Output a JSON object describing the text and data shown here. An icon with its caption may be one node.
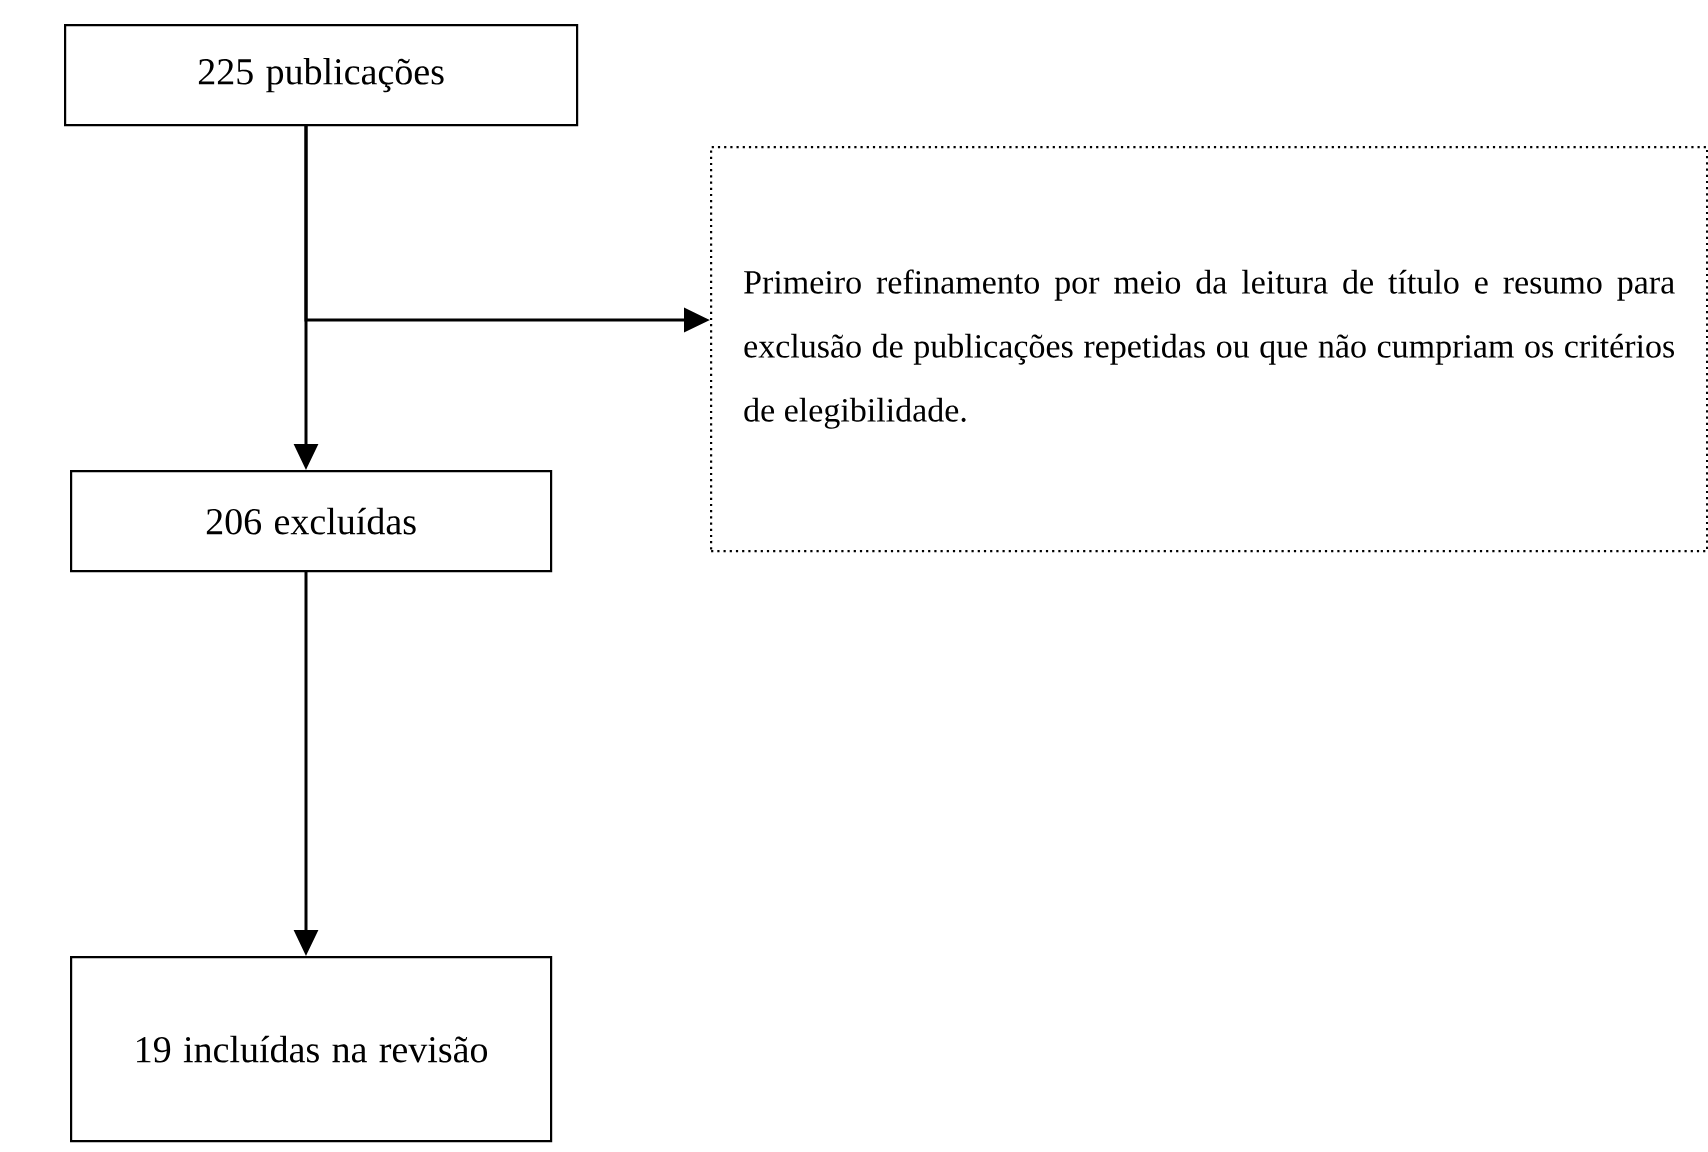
{
  "diagram": {
    "nodes": [
      {
        "text": [
          "225 publicações"
        ]
      },
      {
        "text": [
          "Primeiro refinamento por meio da leitura de título e resumo para exclusão de publicações repetidas ou que não cumpriam os critérios de elegibilidade."
        ]
      },
      {
        "text": [
          "206 excluídas"
        ]
      },
      {
        "text": [
          "19 incluídas na revisão"
        ]
      }
    ],
    "edges": [
      {
        "from": 0,
        "to": 2,
        "arrow": "to"
      },
      {
        "from": 0,
        "to": 1,
        "arrow": "to"
      },
      {
        "from": 2,
        "to": 3,
        "arrow": "to"
      }
    ]
  }
}
